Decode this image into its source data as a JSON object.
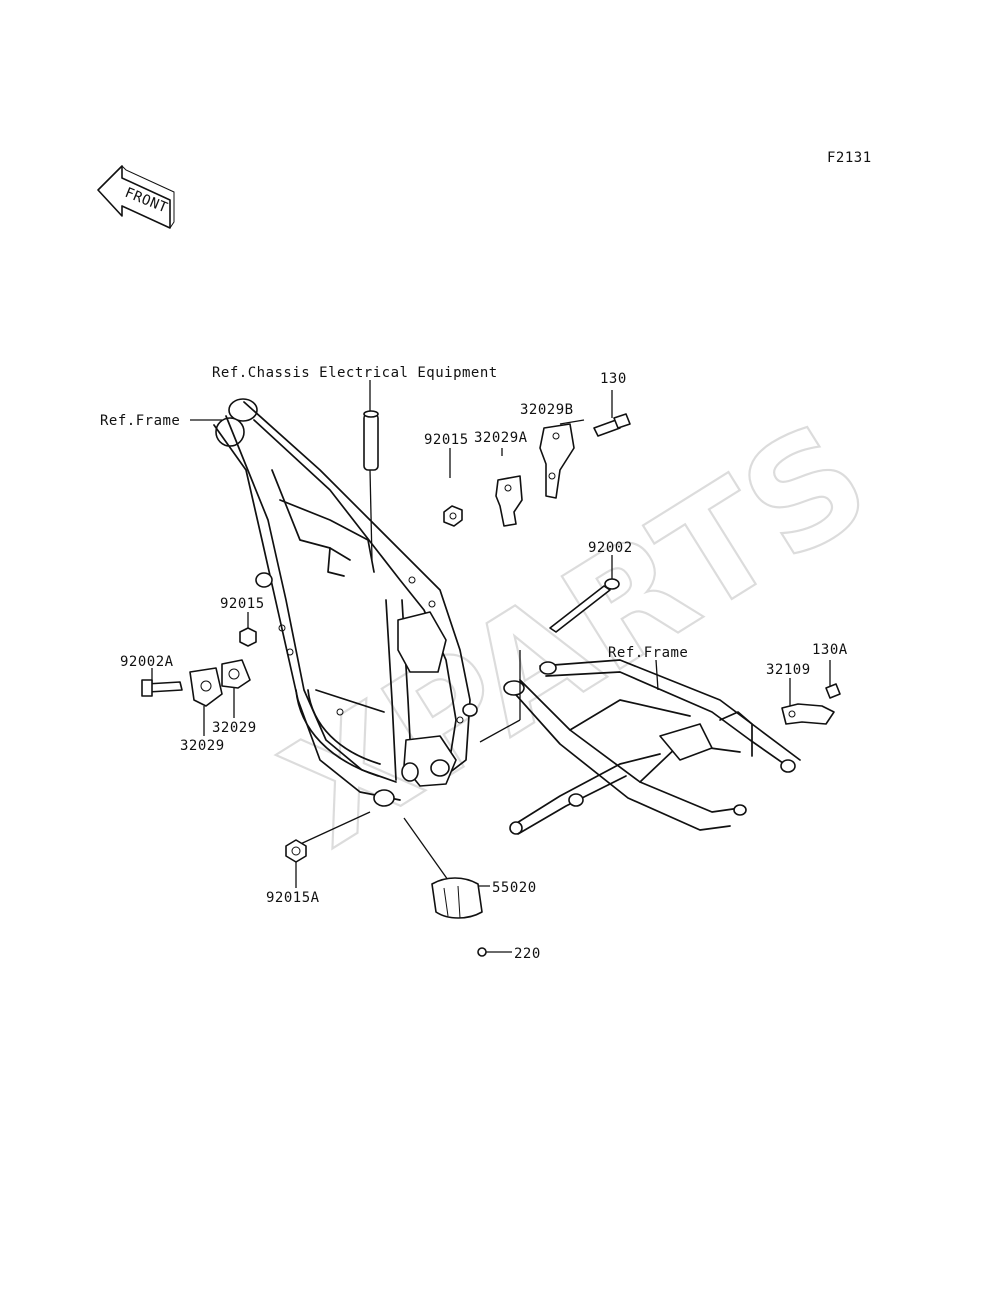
{
  "diagram_code": "F2131",
  "front_label": "FRONT",
  "colors": {
    "ink": "#111111",
    "watermark": "#d9d9d9",
    "background": "#ffffff"
  },
  "labels": {
    "ref_chassis": "Ref.Chassis Electrical Equipment",
    "ref_frame_left": "Ref.Frame",
    "ref_frame_right": "Ref.Frame",
    "p130": "130",
    "p32029b": "32029B",
    "p32029a": "32029A",
    "p92015_top": "92015",
    "p92002": "92002",
    "p92015_mid": "92015",
    "p92002a": "92002A",
    "p32029_right": "32029",
    "p32029_left": "32029",
    "p130a": "130A",
    "p32109": "32109",
    "p92015a": "92015A",
    "p55020": "55020",
    "p220": "220"
  },
  "watermark": "XPARTS"
}
